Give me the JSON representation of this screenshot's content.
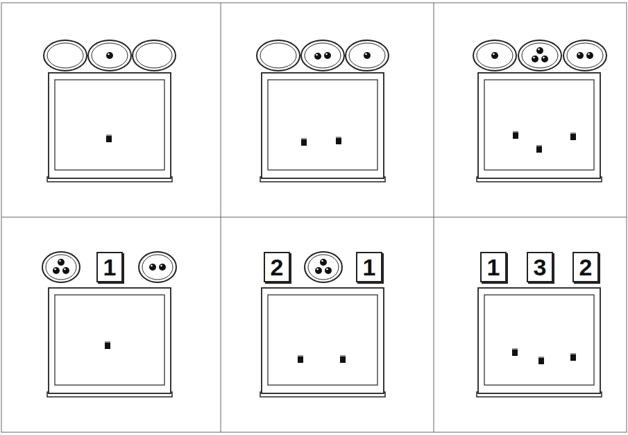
{
  "diagram": {
    "nodes": [
      {
        "text": [
          "1"
        ]
      },
      {
        "text": [
          "2"
        ]
      },
      {
        "text": [
          "1"
        ]
      },
      {
        "text": [
          "1"
        ]
      },
      {
        "text": [
          "3"
        ]
      },
      {
        "text": [
          "2"
        ]
      }
    ]
  }
}
